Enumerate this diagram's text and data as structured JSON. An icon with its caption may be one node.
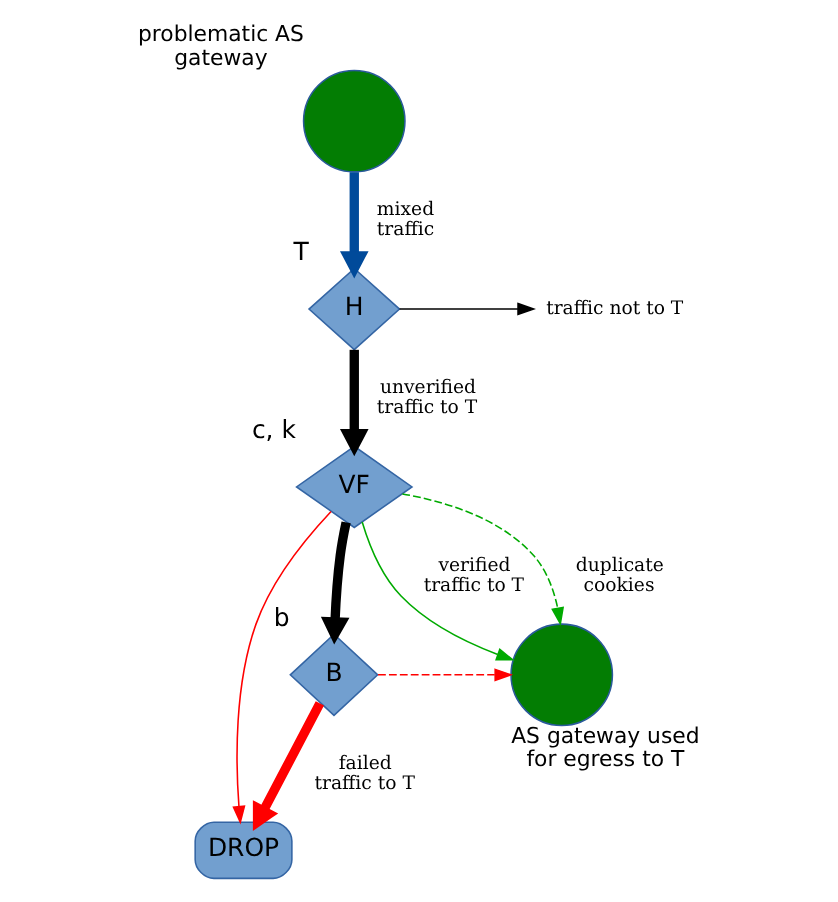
{
  "diagram": {
    "nodes": [
      {
        "text": [],
        "shape": "circle",
        "beside": [
          "problematic AS gateway"
        ]
      },
      {
        "text": [
          "H"
        ],
        "beside": [
          "T"
        ]
      },
      {
        "text": [
          "traffic not to T"
        ]
      },
      {
        "text": [
          "VF"
        ],
        "beside": [
          "c, k"
        ]
      },
      {
        "text": [
          "DROP"
        ]
      },
      {
        "text": [
          "B"
        ],
        "beside": [
          "b"
        ]
      },
      {
        "text": [],
        "shape": "circle",
        "beside": [
          "AS gateway used for egress to T"
        ]
      }
    ],
    "edges": [
      {
        "from": 0,
        "to": 1,
        "arrow": "to",
        "label": "mixed traffic",
        "style": "thick",
        "color": "#004a9a"
      },
      {
        "from": 1,
        "to": 2,
        "arrow": "to"
      },
      {
        "from": 1,
        "to": 3,
        "arrow": "to",
        "label": "unverified traffic to T",
        "style": "thick"
      },
      {
        "from": 3,
        "to": 4,
        "arrow": "to",
        "color": "#ff0000"
      },
      {
        "from": 3,
        "to": 6,
        "arrow": "to",
        "label": "verified traffic to T",
        "color": "#00aa00"
      },
      {
        "from": 3,
        "to": 6,
        "arrow": "to",
        "label": "duplicate cookies",
        "style": "dashed",
        "color": "#00aa00"
      },
      {
        "from": 3,
        "to": 5,
        "arrow": "to",
        "style": "thick"
      },
      {
        "from": 5,
        "to": 4,
        "arrow": "to",
        "label": "failed traffic to T",
        "style": "thick",
        "color": "#ff0000"
      },
      {
        "from": 5,
        "to": 6,
        "arrow": "to",
        "style": "dashed",
        "color": "#ff0000"
      }
    ]
  }
}
